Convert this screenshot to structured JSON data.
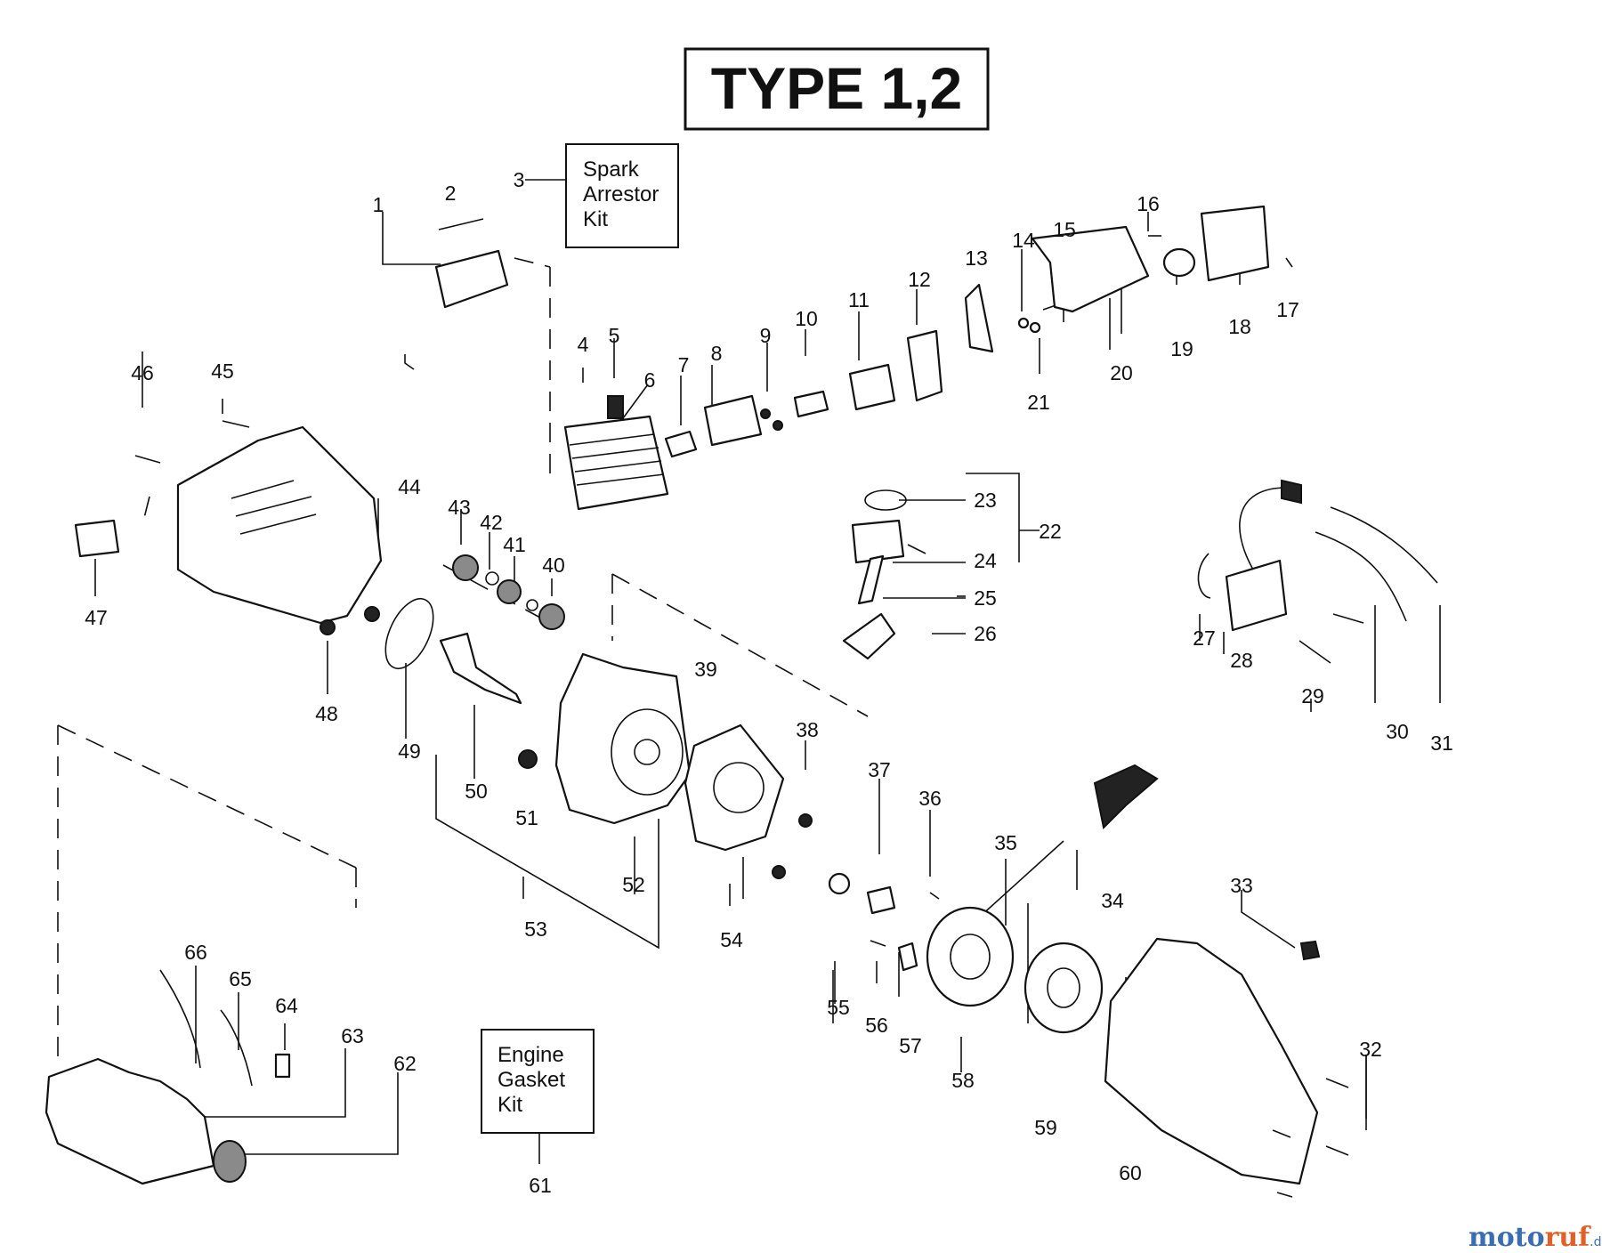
{
  "title": "TYPE 1,2",
  "kits": {
    "spark_arrestor": [
      "Spark",
      "Arrestor",
      "Kit"
    ],
    "engine_gasket": [
      "Engine",
      "Gasket",
      "Kit"
    ]
  },
  "callouts": [
    "1",
    "2",
    "3",
    "4",
    "5",
    "6",
    "7",
    "8",
    "9",
    "10",
    "11",
    "12",
    "13",
    "14",
    "15",
    "16",
    "17",
    "18",
    "19",
    "20",
    "21",
    "22",
    "23",
    "24",
    "25",
    "26",
    "27",
    "28",
    "29",
    "30",
    "31",
    "32",
    "33",
    "34",
    "35",
    "36",
    "37",
    "38",
    "39",
    "40",
    "41",
    "42",
    "43",
    "44",
    "45",
    "46",
    "47",
    "48",
    "49",
    "50",
    "51",
    "52",
    "53",
    "54",
    "55",
    "56",
    "57",
    "58",
    "59",
    "60",
    "61",
    "62",
    "63",
    "64",
    "65",
    "66"
  ],
  "watermark": {
    "part1": "moto",
    "part2": "ruf",
    "suffix": ".de"
  }
}
